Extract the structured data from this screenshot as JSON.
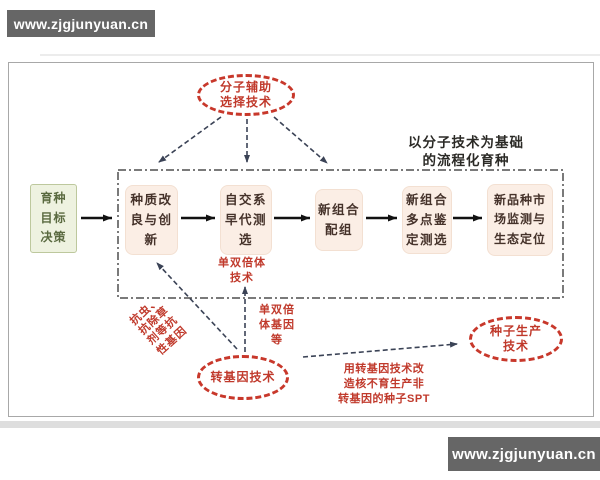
{
  "watermarks": {
    "top": "www.zjgjunyuan.cn",
    "bottom": "www.zjgjunyuan.cn"
  },
  "colors": {
    "red_accent": "#c0392b",
    "ellipse_border_red": "#c8382b",
    "pink_box_bg": "#fbeee5",
    "box_text": "#45322a",
    "green_box_bg": "#eef2e0",
    "green_box_border": "#bdc89d",
    "green_box_text": "#5a6a40",
    "flow_arrow_black": "#111111",
    "dashed_arrow_navy": "#3b4356",
    "dashed_rect_gray": "#4f4f4f",
    "watermark_bg": "#666666",
    "watermark_text": "#ffffff",
    "title_text": "#2b2a26"
  },
  "diagram": {
    "title": {
      "line1": "以分子技术为基础",
      "line2": "的流程化育种"
    },
    "top_ellipse": {
      "line1": "分子辅助",
      "line2": "选择技术"
    },
    "start_box": {
      "line1": "育种",
      "line2": "目标",
      "line3": "决策"
    },
    "flow_boxes": [
      {
        "line1": "种质改",
        "line2": "良与创",
        "line3": "新"
      },
      {
        "line1": "自交系",
        "line2": "早代测",
        "line3": "选"
      },
      {
        "line1": "新组合",
        "line2": "配组"
      },
      {
        "line1": "新组合",
        "line2": "多点鉴",
        "line3": "定测选"
      },
      {
        "line1": "新品种市",
        "line2": "场监测与",
        "line3": "生态定位"
      }
    ],
    "notes": {
      "dh_tech": {
        "line1": "单双倍体",
        "line2": "技术"
      },
      "dh_gene": {
        "line1": "单双倍",
        "line2": "体基因",
        "line3": "等"
      },
      "resist_gene": {
        "line1": "抗虫、",
        "line2": "抗除草",
        "line3": "剂等抗",
        "line4": "性基因"
      },
      "spt": {
        "line1": "用转基因技术改",
        "line2": "造核不育生产非",
        "line3": "转基因的种子SPT"
      }
    },
    "transgenic_ellipse": {
      "line1": "转基因技术"
    },
    "seed_ellipse": {
      "line1": "种子生产",
      "line2": "技术"
    }
  }
}
